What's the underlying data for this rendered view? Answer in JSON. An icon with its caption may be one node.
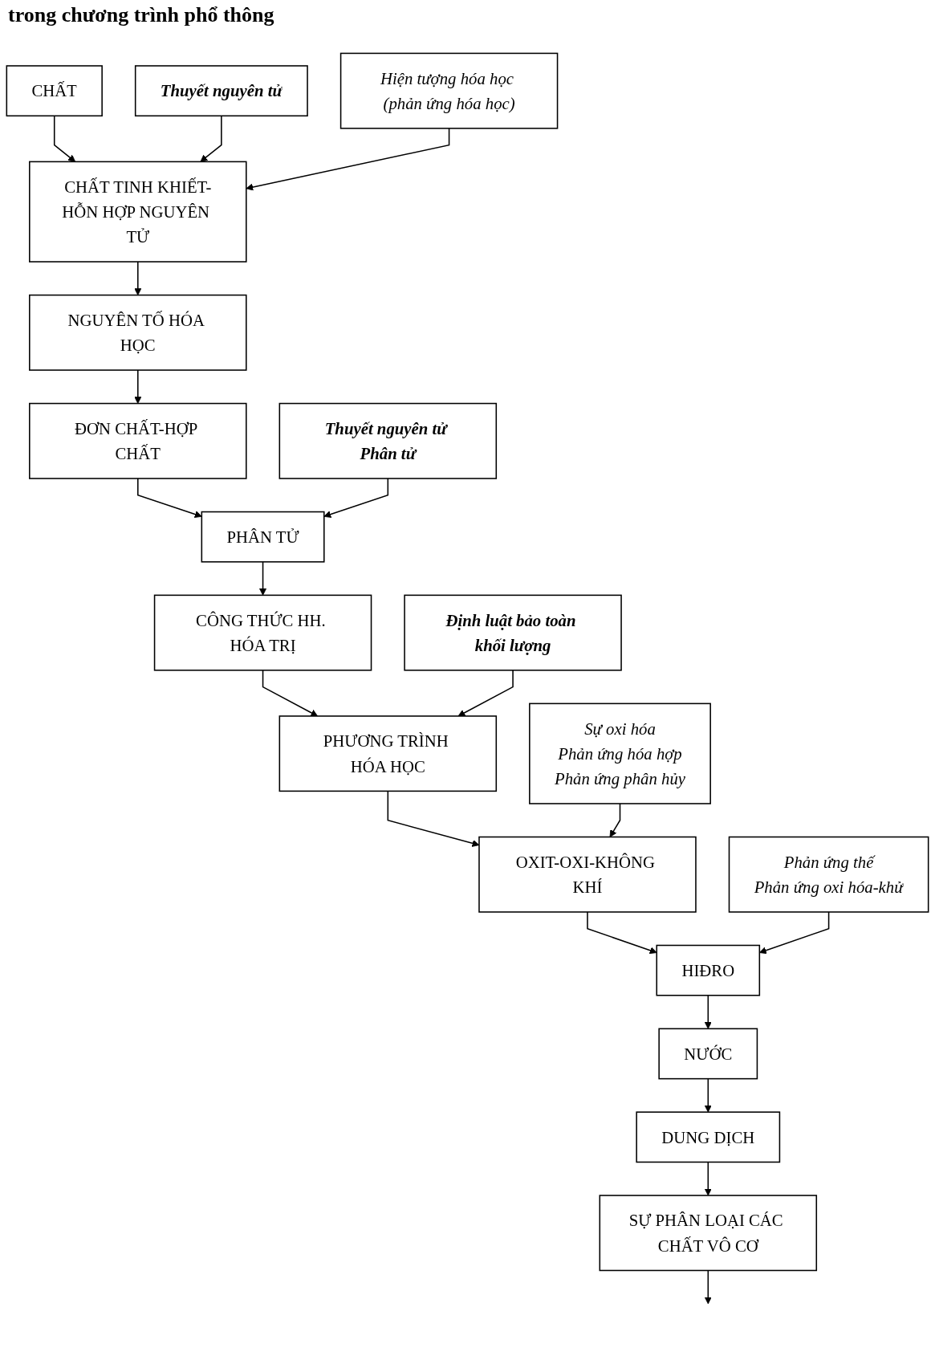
{
  "diagram": {
    "title": "trong chương trình phổ thông",
    "nodes": [
      {
        "text": [
          "CHẤT"
        ]
      },
      {
        "text": [
          "Thuyết nguyên tử"
        ]
      },
      {
        "text": [
          "CHẤT TINH KHIẾT-HỖN HỢP NGUYÊN TỬ"
        ]
      },
      {
        "text": [
          "Hiện tượng hóa học (phản ứng hóa học)"
        ]
      },
      {
        "text": [
          "NGUYÊN TỐ HÓA HỌC"
        ]
      },
      {
        "text": [
          "ĐƠN CHẤT-HỢP CHẤT"
        ]
      },
      {
        "text": [
          "Thuyết nguyên tử Phân tử"
        ]
      },
      {
        "text": [
          "PHÂN TỬ"
        ]
      },
      {
        "text": [
          "CÔNG THỨC HH. HÓA TRỊ"
        ]
      },
      {
        "text": [
          "Định luật bảo toàn khối lượng"
        ]
      },
      {
        "text": [
          "PHƯƠNG TRÌNH HÓA HỌC"
        ]
      },
      {
        "text": [
          "OXIT-OXI-KHÔNG KHÍ"
        ]
      },
      {
        "text": [
          "Sự oxi hóa",
          "Phản ứng hóa hợp",
          "Phản ứng phân hủy"
        ]
      },
      {
        "text": [
          "HIĐRO"
        ]
      },
      {
        "text": [
          "Phản ứng thế",
          "Phản ứng oxi hóa-khử"
        ]
      },
      {
        "text": [
          "NƯỚC"
        ]
      },
      {
        "text": [
          "DUNG DỊCH"
        ]
      },
      {
        "text": [
          "SỰ PHÂN LOẠI CÁC CHẤT VÔ CƠ"
        ]
      }
    ],
    "edges": [
      {
        "from": 0,
        "to": 2,
        "arrow": "to"
      },
      {
        "from": 1,
        "to": 2,
        "arrow": "to"
      },
      {
        "from": 3,
        "to": 2,
        "arrow": "to"
      },
      {
        "from": 2,
        "to": 4,
        "arrow": "to"
      },
      {
        "from": 4,
        "to": 5,
        "arrow": "to"
      },
      {
        "from": 5,
        "to": 7,
        "arrow": "to"
      },
      {
        "from": 6,
        "to": 7,
        "arrow": "to"
      },
      {
        "from": 7,
        "to": 8,
        "arrow": "to"
      },
      {
        "from": 8,
        "to": 10,
        "arrow": "to"
      },
      {
        "from": 9,
        "to": 10,
        "arrow": "to"
      },
      {
        "from": 10,
        "to": 11,
        "arrow": "to"
      },
      {
        "from": 12,
        "to": 11,
        "arrow": "to"
      },
      {
        "from": 11,
        "to": 13,
        "arrow": "to"
      },
      {
        "from": 14,
        "to": 13,
        "arrow": "to"
      },
      {
        "from": 13,
        "to": 15,
        "arrow": "to"
      },
      {
        "from": 15,
        "to": 16,
        "arrow": "to"
      },
      {
        "from": 16,
        "to": 17,
        "arrow": "to"
      },
      {
        "from": 17,
        "to": null,
        "arrow": "to"
      }
    ]
  }
}
